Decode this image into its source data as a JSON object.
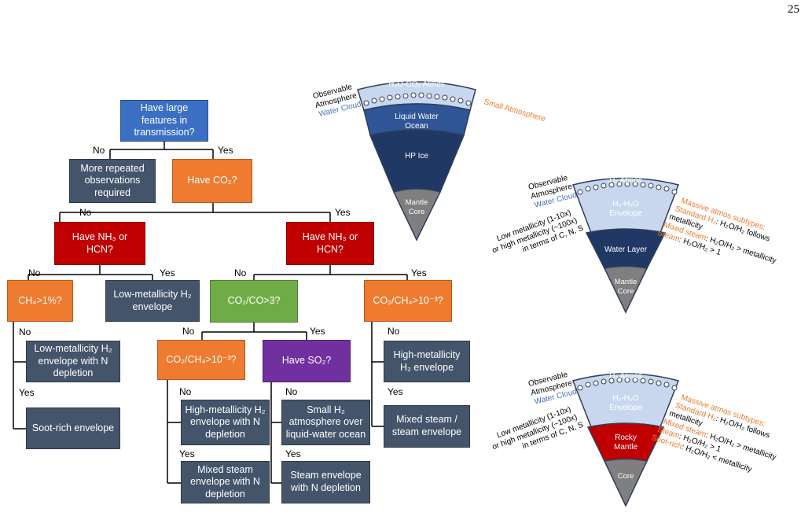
{
  "page_number": "25",
  "flowchart": {
    "q_large_features": "Have large features in transmission?",
    "more_observations": "More repeated observations required",
    "have_co2": "Have CO₂?",
    "have_nh3_left": "Have NH₃ or HCN?",
    "have_nh3_right": "Have NH₃ or HCN?",
    "ch4_gt_1": "CH₄>1%?",
    "low_met_env": "Low-metallicity H₂ envelope",
    "co2_co_gt3": "CO₂/CO>3?",
    "co2_ch4_right": "CO₂/CH₄>10⁻³?",
    "low_met_n_depl": "Low-metallicity H₂ envelope with N depletion",
    "soot_rich": "Soot-rich envelope",
    "co2_ch4_mid": "CO₂/CH₄>10⁻³?",
    "have_so2": "Have SO₂?",
    "high_met_right": "High-metallicity H₂ envelope",
    "high_met_n_depl": "High-metallicity H₂ envelope with N depletion",
    "small_h2": "Small H₂ atmosphere over liquid-water ocean",
    "mixed_steam_right": "Mixed steam / steam envelope",
    "mixed_steam_n": "Mixed steam envelope with N depletion",
    "steam_n": "Steam envelope with N depletion",
    "no": "No",
    "yes": "Yes"
  },
  "wedge_top": {
    "atmos_label": "H₂O-CO₂ Atmos",
    "layer1": "Liquid Water Ocean",
    "layer2": "HP Ice",
    "core": "Mantle Core",
    "observable": "Observable",
    "atmosphere": "Atmosphere",
    "water_cloud": "Water Cloud",
    "small_atmos": "Small Atmosphere"
  },
  "wedge_mid": {
    "atmos_label": "H₂ Atmos",
    "layer1": "H₂-H₂O Envelope",
    "layer2": "Water Layer",
    "core": "Mantle Core",
    "observable": "Observable",
    "atmosphere": "Atmosphere",
    "water_cloud": "Water Cloud",
    "left_text": [
      "Low metallicity (1-10x)",
      "or high metallicity (~100x)",
      "in terms of C, N, S"
    ],
    "right_head": "Massive atmos subtypes:",
    "right_lines": [
      {
        "k": "Standard H₂",
        "v": ": H₂O/H₂ follows"
      },
      {
        "k": "",
        "v": "metallicity"
      },
      {
        "k": "Mixed steam",
        "v": ": H₂O/H₂ > metallicity"
      },
      {
        "k": "Steam",
        "v": ": H₂O/H₂ > 1"
      }
    ]
  },
  "wedge_bot": {
    "atmos_label": "H₂ Atmos",
    "layer1": "H₂-H₂O Envelope",
    "layer2": "Rocky Mantle",
    "core": "Core",
    "observable": "Observable",
    "atmosphere": "Atmosphere",
    "water_cloud": "Water Cloud",
    "left_text": [
      "Low metallicity (1-10x)",
      "or high metallicity (~100x)",
      "in terms of C, N, S"
    ],
    "right_head": "Massive atmos subtypes:",
    "right_lines": [
      {
        "k": "Standard H₂",
        "v": ": H₂O/H₂ follows"
      },
      {
        "k": "",
        "v": "metallicity"
      },
      {
        "k": "Mixed steam",
        "v": ": H₂O/H₂ > metallicity"
      },
      {
        "k": "Steam",
        "v": ": H₂O/H₂ > 1"
      },
      {
        "k": "Soot-rich",
        "v": ": H₂O/H₂ < metallicity"
      }
    ]
  },
  "colors": {
    "blue": "#3a6fc4",
    "orange": "#ee7b30",
    "red": "#c00000",
    "slate": "#44546a",
    "green": "#6fac46",
    "purple": "#7030a0",
    "light_blue": "#c9d7ee",
    "mid_blue": "#2f5597",
    "dark_blue": "#203864",
    "grey": "#7f7f7f",
    "cloud_blue": "#4472c4",
    "accent_orange": "#ed7d31"
  }
}
